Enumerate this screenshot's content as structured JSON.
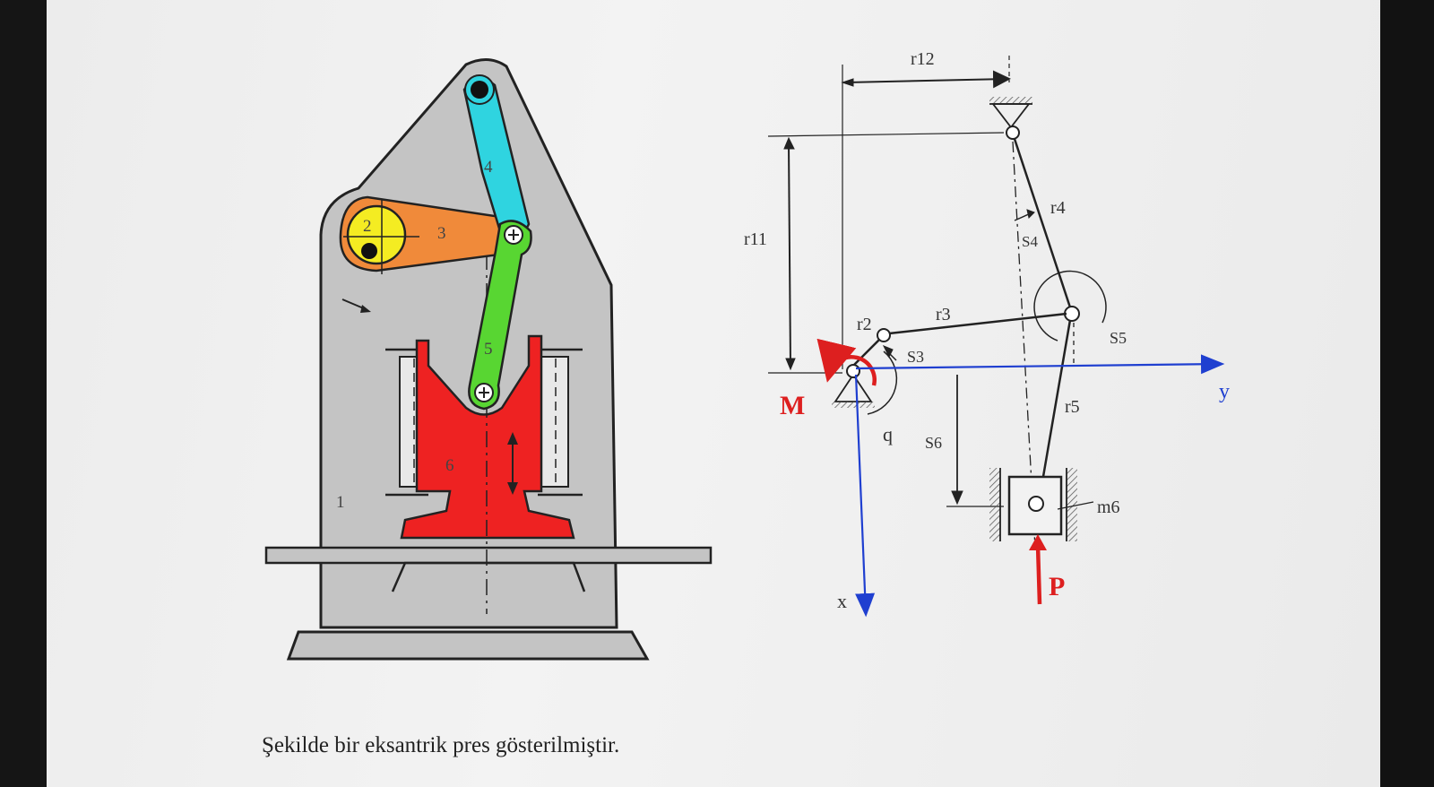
{
  "caption": "Şekilde bir eksantrik pres gösterilmiştir.",
  "left_figure": {
    "part_labels": [
      "1",
      "2",
      "3",
      "4",
      "5",
      "6"
    ],
    "colors": {
      "frame": "#c4c4c4",
      "crank": "#f4ec22",
      "link3": "#f08a3a",
      "link4": "#2fd4e0",
      "link5": "#58d632",
      "slider": "#ee2222"
    }
  },
  "right_figure": {
    "labels": {
      "r12": "r12",
      "r11": "r11",
      "r4": "r4",
      "s4": "S4",
      "r3": "r3",
      "r2": "r2",
      "s3": "S3",
      "s5": "S5",
      "r5": "r5",
      "s6": "S6",
      "q": "q",
      "m6": "m6",
      "y": "y",
      "x": "x",
      "M": "M",
      "P": "P"
    },
    "colors": {
      "axis": "#1f3fd0",
      "force": "#dd1f1f",
      "line": "#222222"
    }
  }
}
